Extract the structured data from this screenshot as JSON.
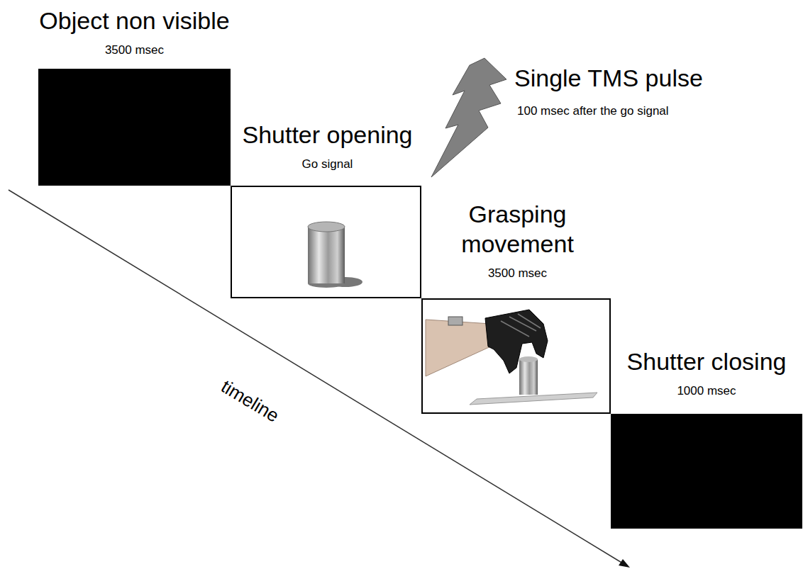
{
  "diagram": {
    "nodes": [
      {
        "text": [
          "Object non visible",
          "3500 msec"
        ]
      },
      {
        "text": [
          "Shutter opening",
          "Go signal"
        ]
      },
      {
        "text": [
          "Grasping movement",
          "3500 msec"
        ]
      },
      {
        "text": [
          "Shutter closing",
          "1000 msec"
        ]
      }
    ],
    "labels": [
      "Single TMS pulse",
      "100 msec after the go signal",
      "timeline"
    ]
  }
}
